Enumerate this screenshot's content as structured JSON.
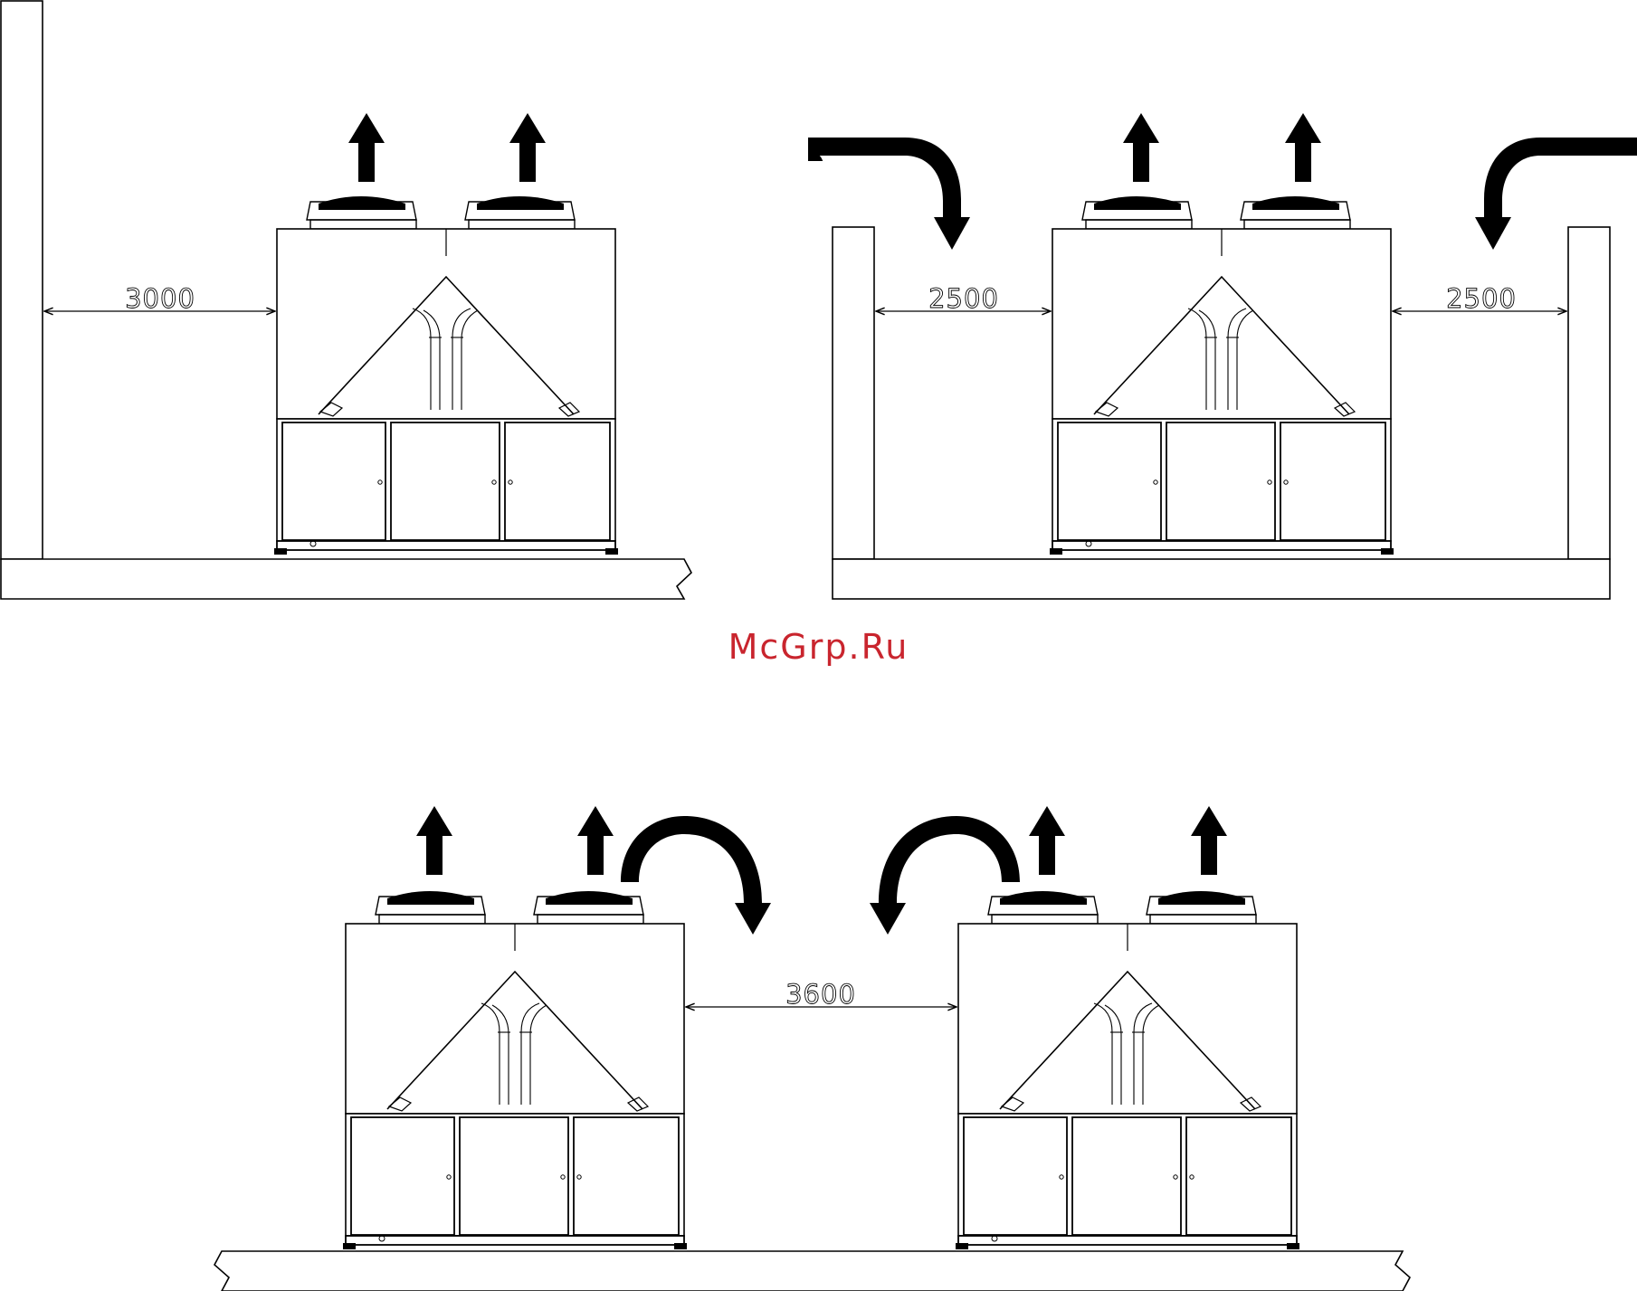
{
  "diagram": {
    "panels": [
      {
        "clearance_labels": [
          "3000"
        ],
        "layout": "single unit with wall on one side"
      },
      {
        "clearance_labels": [
          "2500",
          "2500"
        ],
        "layout": "single unit between two walls"
      },
      {
        "clearance_labels": [
          "3600"
        ],
        "layout": "two units side by side"
      }
    ],
    "watermark": "McGrp.Ru",
    "colors": {
      "line": "#000000",
      "background": "#ffffff",
      "watermark": "#c9252e"
    }
  }
}
